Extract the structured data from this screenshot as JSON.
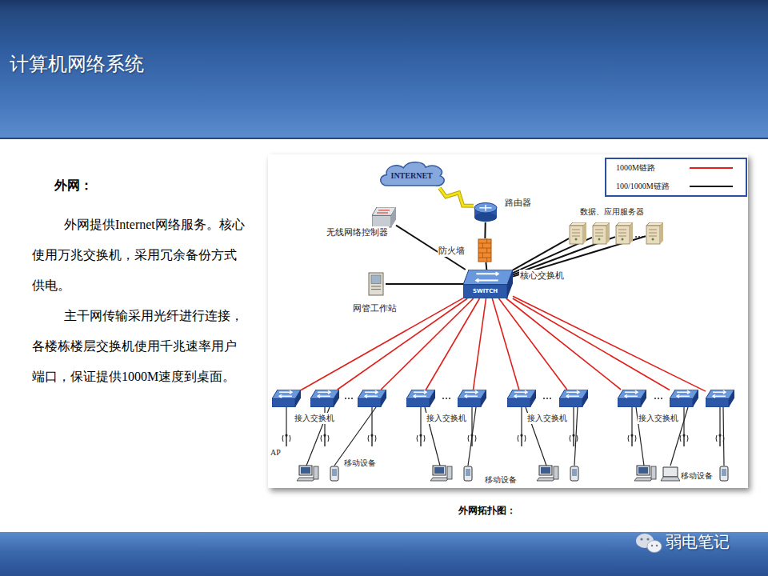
{
  "diagram": {
    "title": "计算机网络系统",
    "caption": "外网拓扑图：",
    "nodes": [
      {
        "text": [
          "INTERNET"
        ]
      },
      {
        "text": [
          "路由器"
        ]
      },
      {
        "text": [
          "无线网络控制器"
        ]
      },
      {
        "text": [
          "防火墙"
        ]
      },
      {
        "text": []
      },
      {
        "text": []
      },
      {
        "text": []
      },
      {
        "text": []
      },
      {
        "text": [
          "网管工作站"
        ]
      },
      {
        "text": [
          "SWITCH",
          "核心交换机"
        ]
      },
      {
        "text": []
      },
      {
        "text": []
      },
      {
        "text": []
      },
      {
        "text": []
      },
      {
        "text": []
      },
      {
        "text": []
      },
      {
        "text": []
      },
      {
        "text": []
      },
      {
        "text": []
      },
      {
        "text": []
      }
    ],
    "edges": [
      {
        "from": 0,
        "to": 1,
        "arrow": "none"
      },
      {
        "from": 1,
        "to": 3,
        "arrow": "none"
      },
      {
        "from": 3,
        "to": 9,
        "arrow": "none"
      },
      {
        "from": 2,
        "to": 9,
        "arrow": "none"
      },
      {
        "from": 8,
        "to": 9,
        "arrow": "none"
      },
      {
        "from": 9,
        "to": 4,
        "arrow": "none"
      },
      {
        "from": 9,
        "to": 5,
        "arrow": "none"
      },
      {
        "from": 9,
        "to": 6,
        "arrow": "none"
      },
      {
        "from": 9,
        "to": 7,
        "arrow": "none"
      },
      {
        "from": 9,
        "to": 10,
        "arrow": "none"
      },
      {
        "from": 9,
        "to": 11,
        "arrow": "none"
      },
      {
        "from": 9,
        "to": 12,
        "arrow": "none"
      },
      {
        "from": 9,
        "to": 13,
        "arrow": "none"
      },
      {
        "from": 9,
        "to": 14,
        "arrow": "none"
      },
      {
        "from": 9,
        "to": 15,
        "arrow": "none"
      },
      {
        "from": 9,
        "to": 16,
        "arrow": "none"
      },
      {
        "from": 9,
        "to": 17,
        "arrow": "none"
      },
      {
        "from": 9,
        "to": 18,
        "arrow": "none"
      },
      {
        "from": 9,
        "to": 19,
        "arrow": "none"
      }
    ],
    "labels": [
      "外网：",
      "外网提供Internet网络服务。核心使用万兆交换机，采用冗余备份方式供电。",
      "主干网传输采用光纤进行连接，各楼栋楼层交换机使用千兆速率用户端口，保证提供1000M速度到桌面。",
      "数据、应用服务器",
      "接入交换机",
      "接入交换机",
      "接入交换机",
      "接入交换机",
      "AP",
      "移动设备",
      "移动设备",
      "移动设备",
      "弱电笔记"
    ],
    "legend": [
      {
        "text": "1000M链路"
      },
      {
        "text": "100/1000M链路"
      }
    ]
  }
}
